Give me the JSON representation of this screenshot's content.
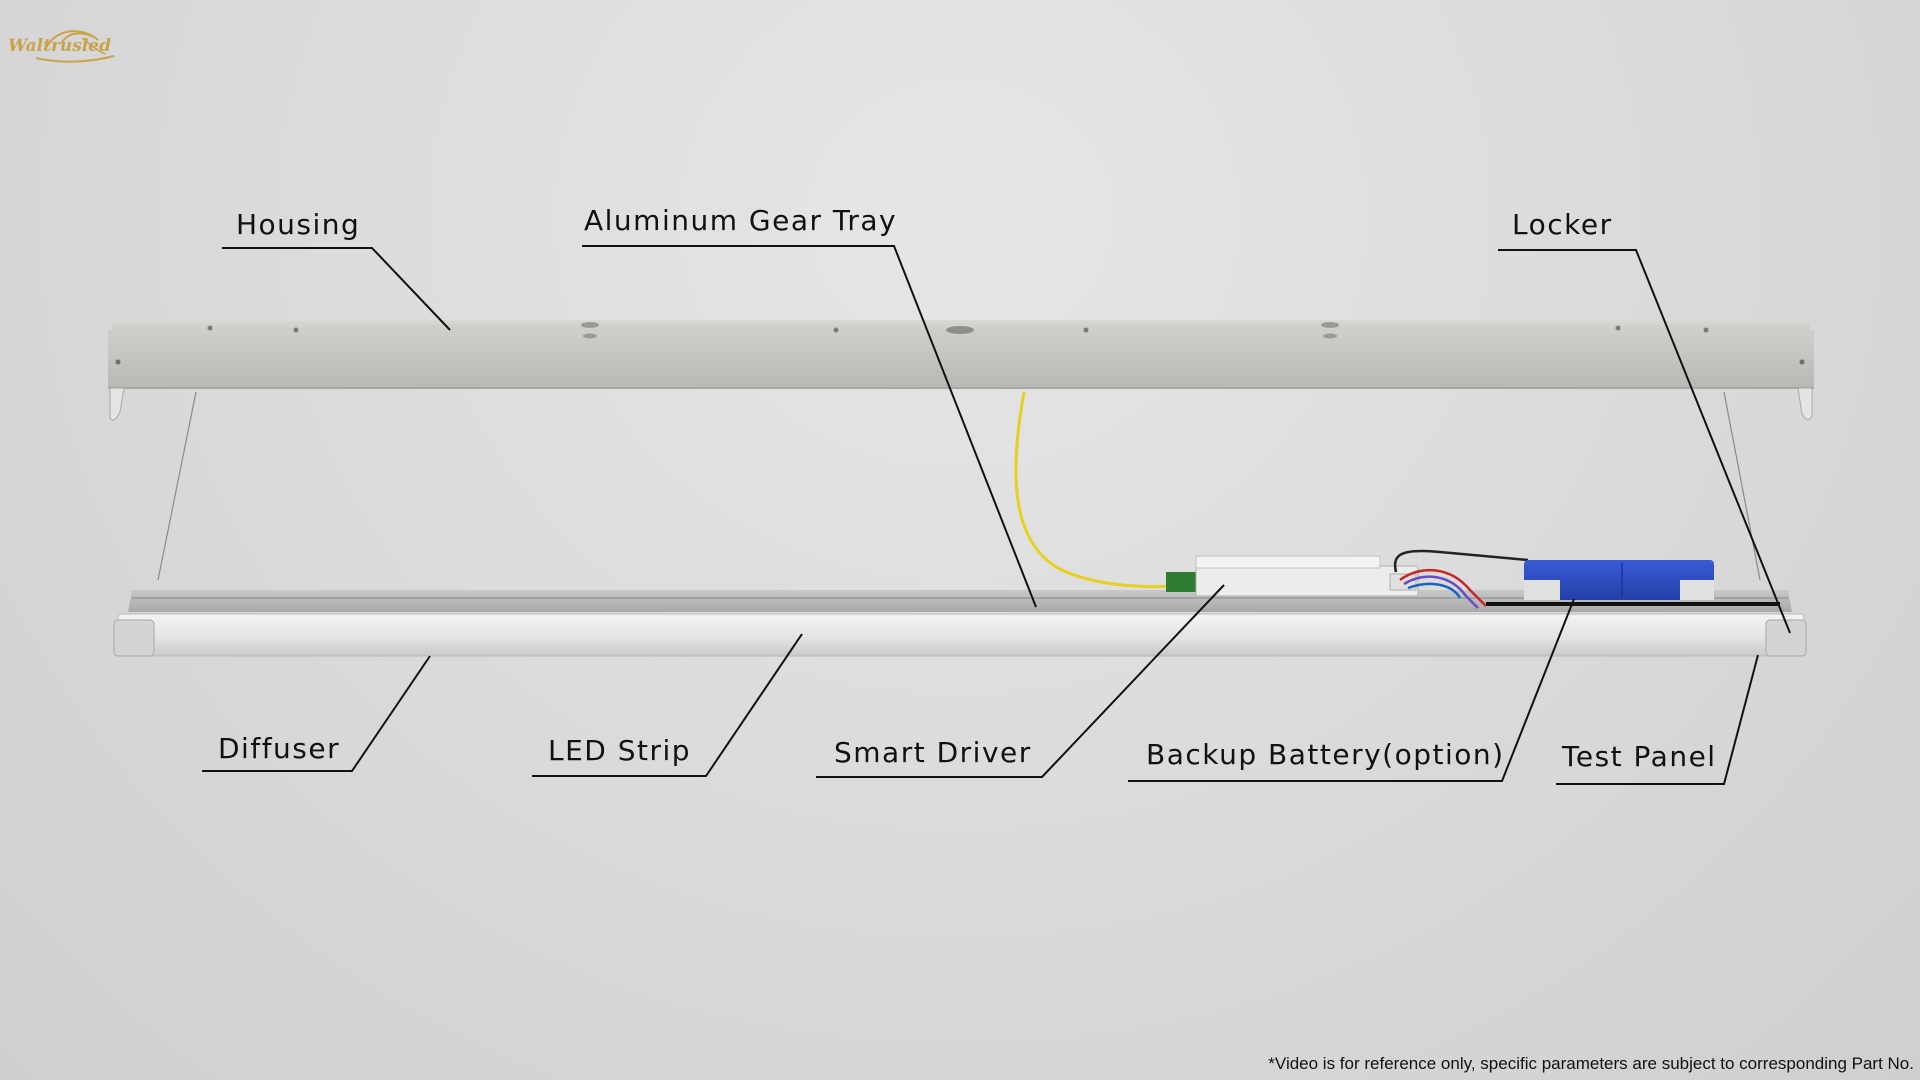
{
  "brand": {
    "name": "Waltrusled",
    "color": "#c9a24a"
  },
  "labels": {
    "housing": "Housing",
    "gear_tray": "Aluminum Gear Tray",
    "locker": "Locker",
    "diffuser": "Diffuser",
    "led_strip": "LED Strip",
    "smart_driver": "Smart Driver",
    "backup_battery": "Backup Battery(option)",
    "test_panel": "Test Panel"
  },
  "footer": {
    "disclaimer": "*Video is for reference only, specific parameters are subject to corresponding Part No."
  },
  "colors": {
    "battery": "#2f4fc8",
    "wire_yellow": "#e6d021",
    "housing": "#c4c3bf",
    "line": "#111111"
  }
}
